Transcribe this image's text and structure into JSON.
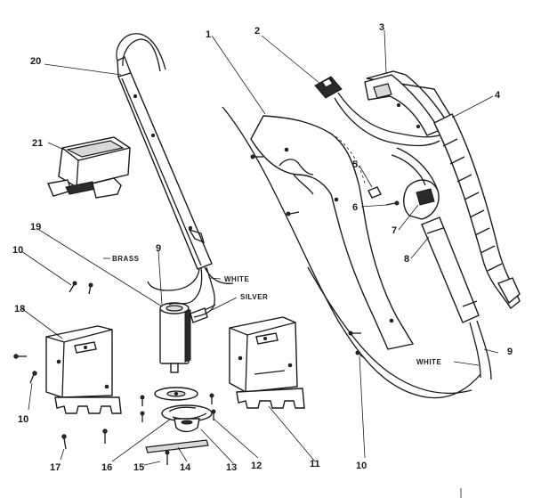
{
  "callouts": {
    "c1": "1",
    "c2": "2",
    "c3": "3",
    "c4": "4",
    "c5": "5",
    "c6": "6",
    "c7": "7",
    "c8": "8",
    "c9_left": "9",
    "c9_right": "9",
    "c10_top": "10",
    "c10_left": "10",
    "c10_bottom": "10",
    "c11": "11",
    "c12": "12",
    "c13": "13",
    "c14": "14",
    "c15": "15",
    "c16": "16",
    "c17": "17",
    "c18": "18",
    "c19": "19",
    "c20": "20",
    "c21": "21"
  },
  "wire_labels": {
    "brass": "BRASS",
    "white_left": "WHITE",
    "silver": "SILVER",
    "white_right": "WHITE"
  }
}
